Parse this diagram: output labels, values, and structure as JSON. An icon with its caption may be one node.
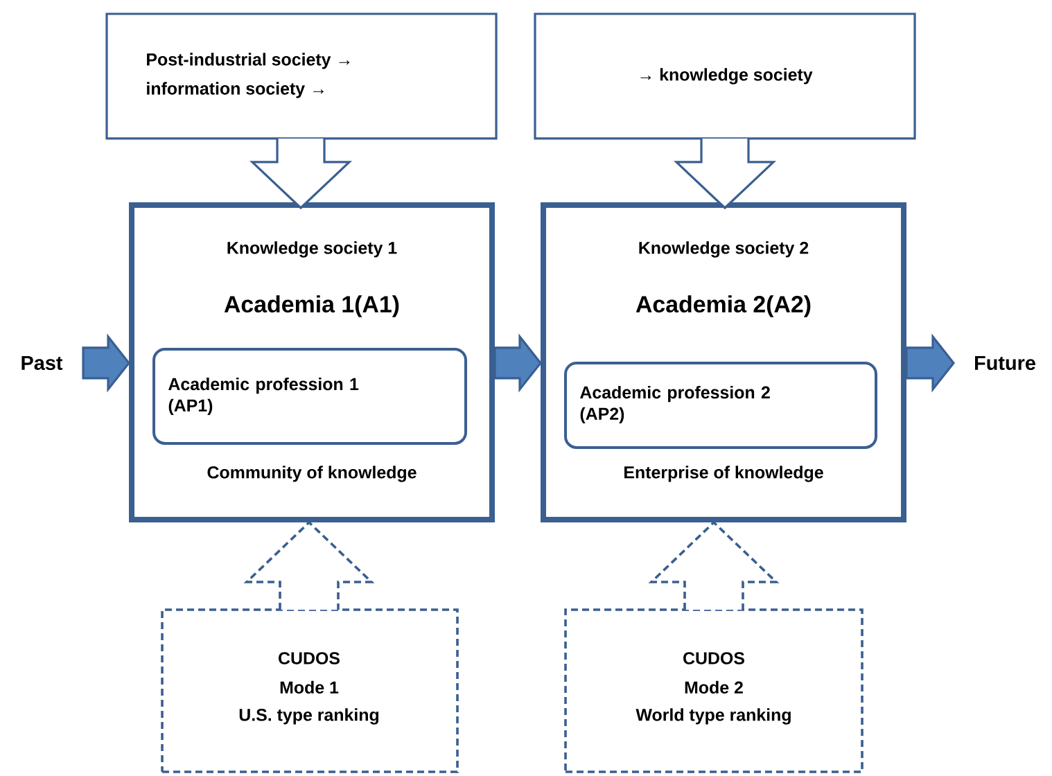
{
  "diagram": {
    "nodes": [
      {
        "text": [
          "Post-industrial society →",
          "information society →"
        ]
      },
      {
        "text": [
          "→ knowledge society"
        ]
      },
      {
        "text": [
          "Knowledge society 1",
          "Academia 1(A1)",
          "Community of knowledge"
        ]
      },
      {
        "text": [
          "Academic profession 1 (AP1)"
        ],
        "in": 2
      },
      {
        "text": [
          "Knowledge society 2",
          "Academia  2(A2)",
          "Enterprise of knowledge"
        ]
      },
      {
        "text": [
          "Academic profession 2 (AP2)"
        ],
        "in": 4
      },
      {
        "text": [
          "CUDOS",
          "Mode 1",
          "U.S. type ranking"
        ]
      },
      {
        "text": [
          "CUDOS",
          "Mode 2",
          "World type ranking"
        ]
      },
      {
        "text": [
          "Past"
        ]
      },
      {
        "text": [
          "Future"
        ]
      }
    ],
    "edges": [
      {
        "from": 0,
        "to": 2,
        "arrow": "to"
      },
      {
        "from": 1,
        "to": 4,
        "arrow": "to"
      },
      {
        "from": 6,
        "to": 2,
        "arrow": "to",
        "style": "dashed"
      },
      {
        "from": 7,
        "to": 4,
        "arrow": "to",
        "style": "dashed"
      },
      {
        "from": 8,
        "to": 2,
        "arrow": "to",
        "color": "#4f81bd"
      },
      {
        "from": 2,
        "to": 4,
        "arrow": "to",
        "color": "#4f81bd"
      },
      {
        "from": 4,
        "to": 9,
        "arrow": "to",
        "color": "#4f81bd"
      }
    ]
  }
}
